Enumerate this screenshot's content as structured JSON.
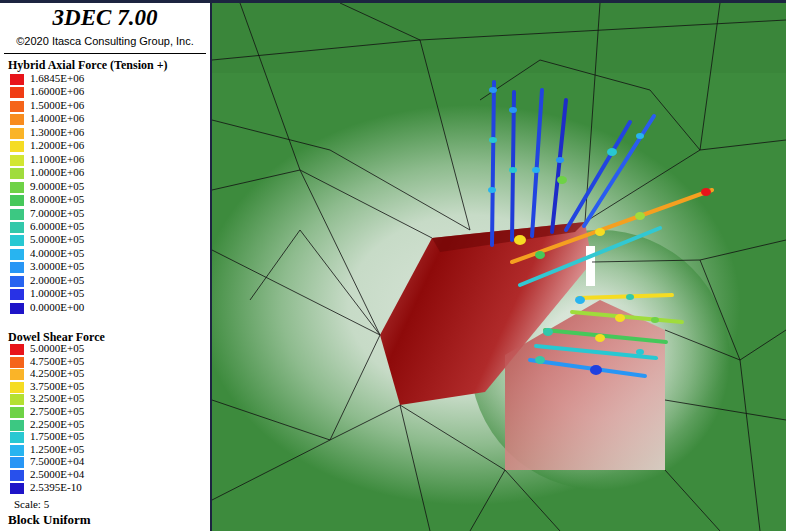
{
  "diagram": {
    "title": "3DEC 7.00",
    "labels": [
      "©2020 Itasca Consulting Group, Inc.",
      "Hybrid Axial Force (Tension +)",
      "Dowel Shear Force",
      "Scale: 5",
      "Block Uniform"
    ],
    "legend": [
      {
        "text": "1.6845E+06",
        "color": "#e8141a"
      },
      {
        "text": "1.6000E+06",
        "color": "#f03c14"
      },
      {
        "text": "1.5000E+06",
        "color": "#f5641a"
      },
      {
        "text": "1.4000E+06",
        "color": "#f88c1e"
      },
      {
        "text": "1.3000E+06",
        "color": "#fab428"
      },
      {
        "text": "1.2000E+06",
        "color": "#f5dc23"
      },
      {
        "text": "1.1000E+06",
        "color": "#d2e632"
      },
      {
        "text": "1.0000E+06",
        "color": "#a0dc3c"
      },
      {
        "text": "9.0000E+05",
        "color": "#6ed246"
      },
      {
        "text": "8.0000E+05",
        "color": "#46c85a"
      },
      {
        "text": "7.0000E+05",
        "color": "#3cc882"
      },
      {
        "text": "6.0000E+05",
        "color": "#32c8aa"
      },
      {
        "text": "5.0000E+05",
        "color": "#28c8d2"
      },
      {
        "text": "4.0000E+05",
        "color": "#28b4f0"
      },
      {
        "text": "3.0000E+05",
        "color": "#2896f5"
      },
      {
        "text": "2.0000E+05",
        "color": "#2864f0"
      },
      {
        "text": "1.0000E+05",
        "color": "#2832e6"
      },
      {
        "text": "0.0000E+00",
        "color": "#1e14c8"
      },
      {
        "text": "5.0000E+05",
        "color": "#e8141a"
      },
      {
        "text": "4.7500E+05",
        "color": "#f5641a"
      },
      {
        "text": "4.2500E+05",
        "color": "#fab428"
      },
      {
        "text": "3.7500E+05",
        "color": "#f5dc23"
      },
      {
        "text": "3.2500E+05",
        "color": "#b4e032"
      },
      {
        "text": "2.7500E+05",
        "color": "#6ed246"
      },
      {
        "text": "2.2500E+05",
        "color": "#3cc882"
      },
      {
        "text": "1.7500E+05",
        "color": "#28c8d2"
      },
      {
        "text": "1.2500E+05",
        "color": "#28b4f0"
      },
      {
        "text": "7.5000E+04",
        "color": "#2896f5"
      },
      {
        "text": "2.5000E+04",
        "color": "#2850ec"
      },
      {
        "text": "2.5395E-10",
        "color": "#1e14c8"
      }
    ]
  }
}
